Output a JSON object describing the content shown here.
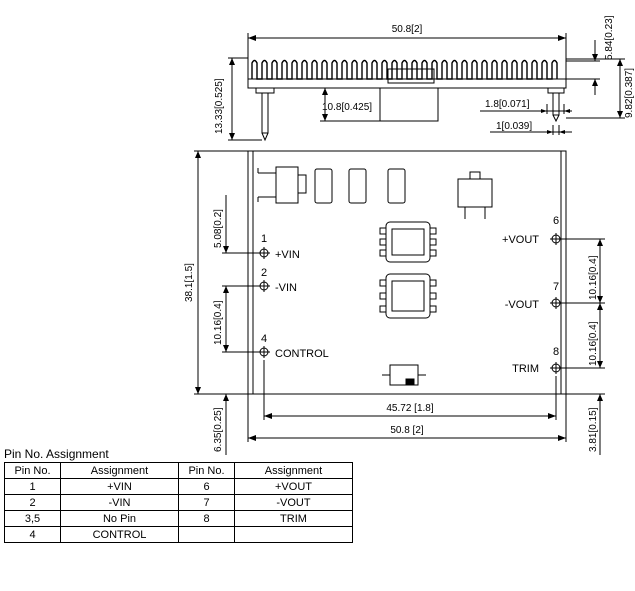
{
  "dimensions": {
    "top_width": "50.8[2]",
    "fin_height": "5.84[0.23]",
    "overall_height": "13.33[0.525]",
    "mid_height": "10.8[0.425]",
    "top_height": "9.82[0.387]",
    "pin_dia_a": "1.8[0.071]",
    "pin_dia_b": "1[0.039]",
    "body_height": "38.1[1.5]",
    "left_pitch_a": "5.08[0.2]",
    "left_pitch_b": "10.16[0.4]",
    "left_offset": "6.35[0.25]",
    "right_pitch_a": "10.16[0.4]",
    "right_pitch_b": "10.16[0.4]",
    "right_offset": "3.81[0.15]",
    "pin_span": "45.72 [1.8]",
    "body_width": "50.8 [2]"
  },
  "pins": {
    "p1": {
      "num": "1",
      "label": "+VIN"
    },
    "p2": {
      "num": "2",
      "label": "-VIN"
    },
    "p4": {
      "num": "4",
      "label": "CONTROL"
    },
    "p6": {
      "num": "6",
      "label": "+VOUT"
    },
    "p7": {
      "num": "7",
      "label": "-VOUT"
    },
    "p8": {
      "num": "8",
      "label": "TRIM"
    }
  },
  "table": {
    "title": "Pin No.  Assignment",
    "headers": [
      "Pin No.",
      "Assignment",
      "Pin No.",
      "Assignment"
    ],
    "rows": [
      [
        "1",
        "+VIN",
        "6",
        "+VOUT"
      ],
      [
        "2",
        "-VIN",
        "7",
        "-VOUT"
      ],
      [
        "3,5",
        "No Pin",
        "8",
        "TRIM"
      ],
      [
        "4",
        "CONTROL",
        "",
        ""
      ]
    ]
  }
}
